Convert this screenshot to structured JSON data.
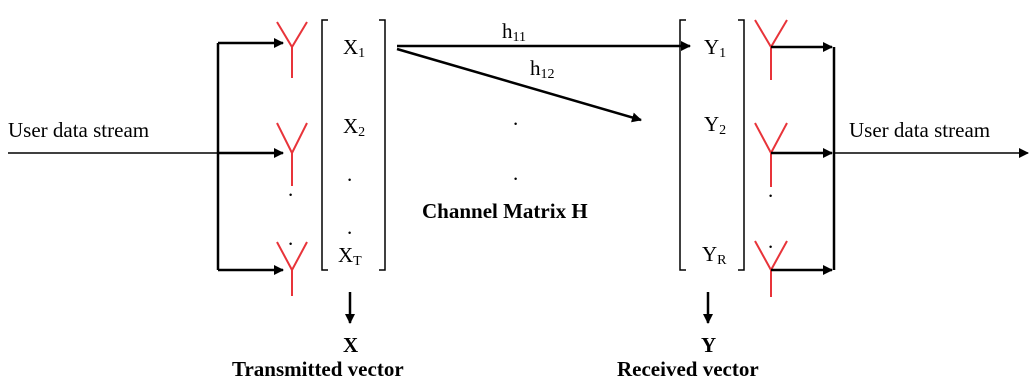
{
  "input_label": "User data stream",
  "output_label": "User data stream",
  "tx": {
    "symbols": [
      {
        "base": "X",
        "sub": "1"
      },
      {
        "base": "X",
        "sub": "2"
      },
      {
        "base": "X",
        "sub": "T"
      }
    ],
    "vector_symbol": "X",
    "vector_label": "Transmitted vector"
  },
  "rx": {
    "symbols": [
      {
        "base": "Y",
        "sub": "1"
      },
      {
        "base": "Y",
        "sub": "2"
      },
      {
        "base": "Y",
        "sub": "R"
      }
    ],
    "vector_symbol": "Y",
    "vector_label": "Received vector"
  },
  "channel": {
    "paths": [
      {
        "base": "h",
        "sub": "11"
      },
      {
        "base": "h",
        "sub": "12"
      }
    ],
    "matrix_label": "Channel Matrix H"
  },
  "colors": {
    "antenna": "#e8343a",
    "line": "#000000"
  }
}
